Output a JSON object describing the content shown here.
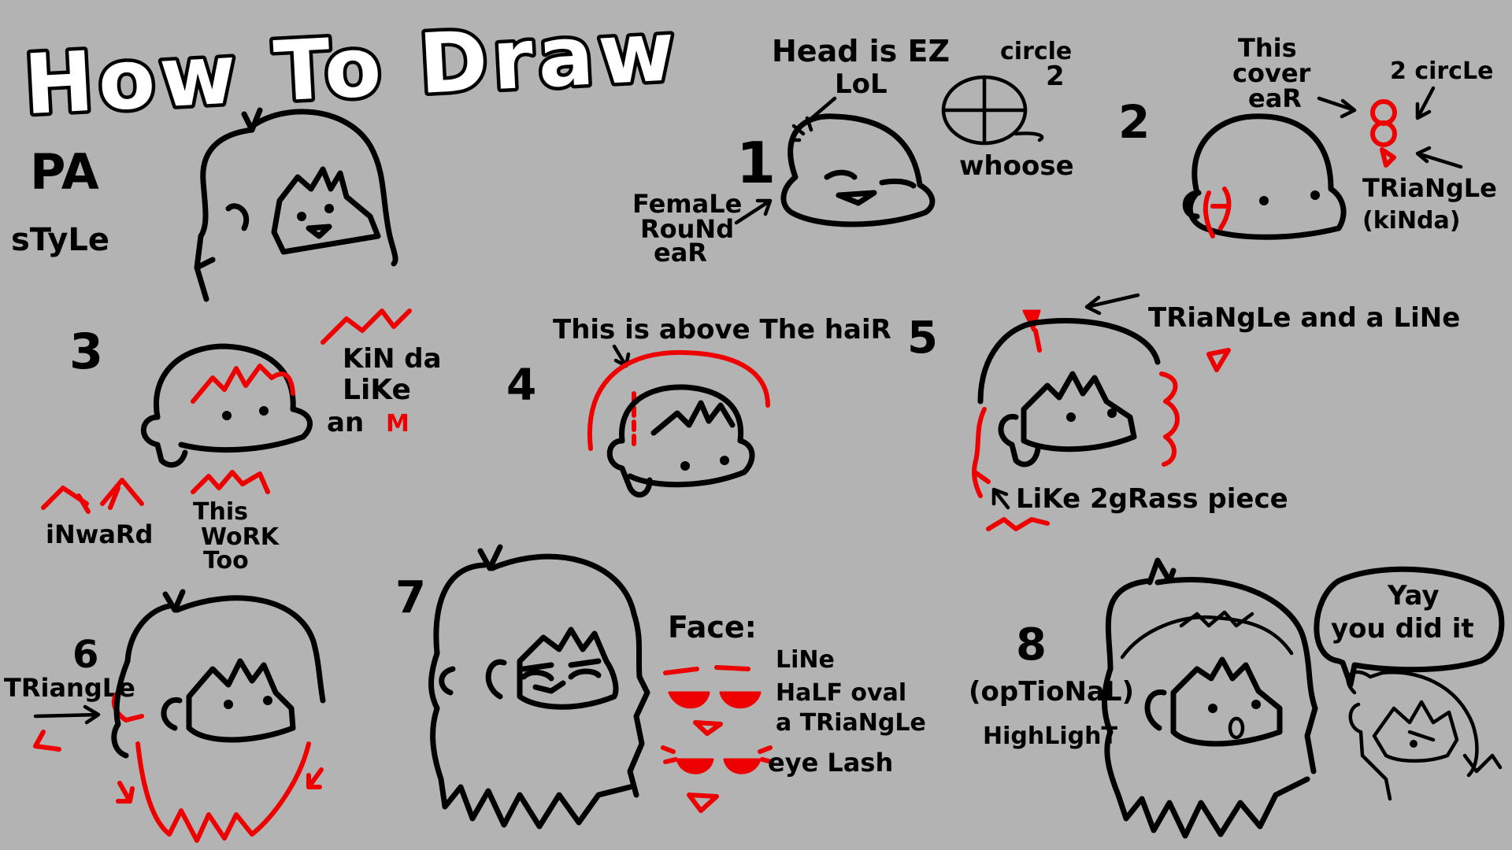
{
  "colors": {
    "background": "#b3b3b3",
    "ink": "#000000",
    "accent": "#ee0000"
  },
  "title": "How To Draw",
  "subtitle_line1": "PA",
  "subtitle_line2": "sTyLe",
  "steps": {
    "s1": {
      "number": "1",
      "head_note": "Head is EZ",
      "head_note2": "LoL",
      "ear_note1": "FemaLe",
      "ear_note2": "RouNd",
      "ear_note3": "eaR",
      "circle_note1": "circle",
      "circle_note2": "2",
      "whoose": "whoose"
    },
    "s2": {
      "number": "2",
      "cover1": "This",
      "cover2": "cover",
      "cover3": "eaR",
      "two_circle": "2 circLe",
      "tri1": "TRiaNgLe",
      "tri2": "(kiNda)"
    },
    "s3": {
      "number": "3",
      "m1": "KiN da",
      "m2": "LiKe",
      "m3": "an",
      "m4": "M",
      "inward": "iNwaRd",
      "work1": "This",
      "work2": "WoRK",
      "work3": "Too"
    },
    "s4": {
      "number": "4",
      "note": "This is above The haiR"
    },
    "s5": {
      "number": "5",
      "note": "TRiaNgLe and a LiNe",
      "grass": "LiKe 2gRass piece"
    },
    "s6": {
      "number": "6",
      "tri": "TRiangLe"
    },
    "s7": {
      "number": "7",
      "face": "Face:",
      "f1": "LiNe",
      "f2": "HaLF oval",
      "f3": "a TRiaNgLe",
      "f4": "eye Lash"
    },
    "s8": {
      "number": "8",
      "opt": "(opTioNaL)",
      "hl": "HighLighT",
      "bubble1": "Yay",
      "bubble2": "you did it"
    }
  }
}
